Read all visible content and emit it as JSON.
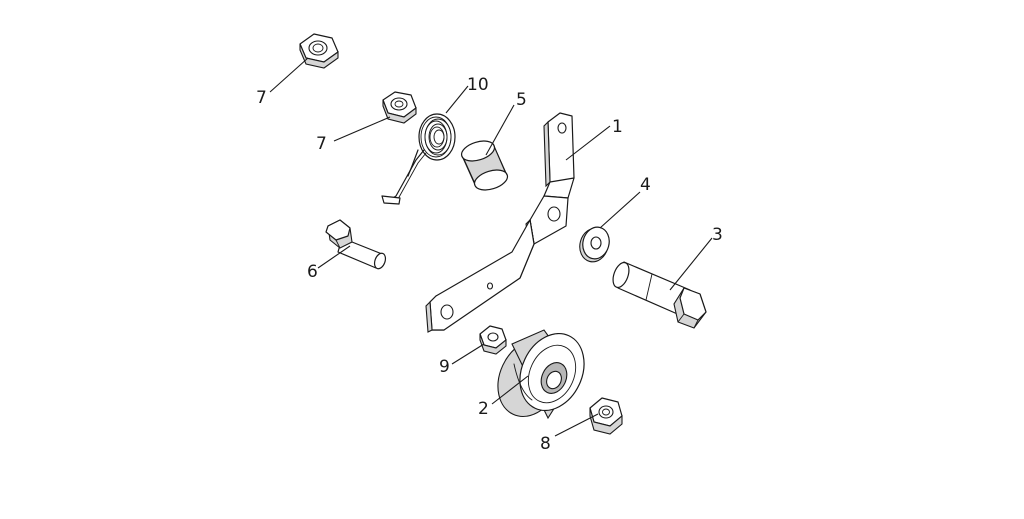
{
  "callouts": {
    "nut_top": "7",
    "nut_upper": "7",
    "spring": "10",
    "bushing": "5",
    "idler_arm": "1",
    "washer": "4",
    "bolt_long": "3",
    "bolt_short": "6",
    "lock_nut_small": "9",
    "pulley": "2",
    "lock_nut": "8"
  },
  "icons": {
    "nut_top": "hex-nut-icon",
    "nut_upper": "hex-nut-icon",
    "spring": "torsion-spring-icon",
    "bushing": "bushing-icon",
    "idler_arm": "idler-arm-bracket-icon",
    "washer": "flat-washer-icon",
    "bolt_long": "hex-bolt-icon",
    "bolt_short": "hex-bolt-icon",
    "lock_nut_small": "lock-nut-icon",
    "pulley": "idler-pulley-icon",
    "lock_nut": "lock-nut-icon"
  },
  "colors": {
    "line": "#1a1a1a",
    "shade": "#d6d6d6",
    "background": "#ffffff"
  }
}
